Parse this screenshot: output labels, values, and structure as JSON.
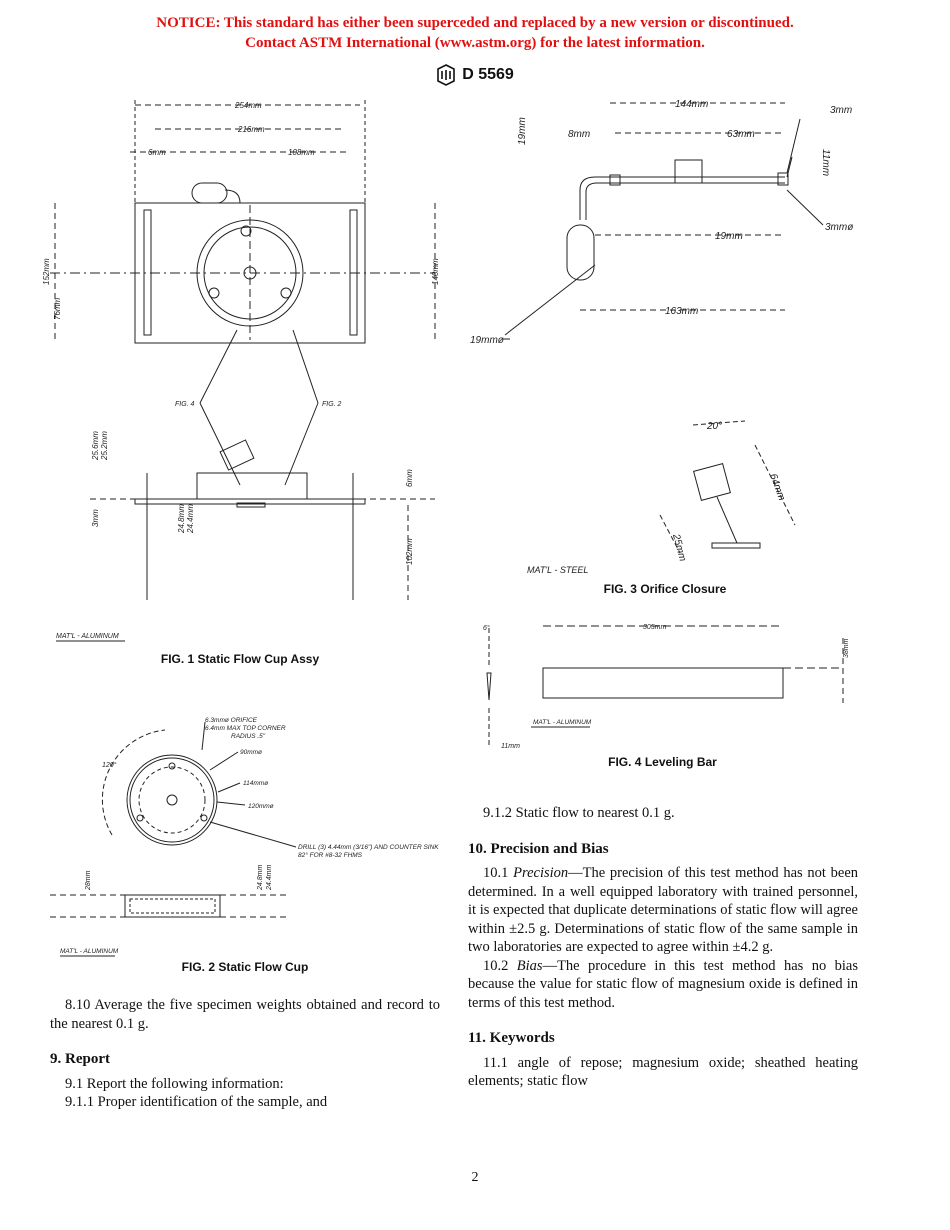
{
  "notice": {
    "line1": "NOTICE: This standard has either been superceded and replaced by a new version or discontinued.",
    "line2": "Contact ASTM International (www.astm.org) for the latest information."
  },
  "header": {
    "designation": "D 5569",
    "logo_icon": "astm-logo-icon"
  },
  "figures": {
    "fig1": {
      "caption": "FIG. 1 Static Flow Cup Assy",
      "material": "MAT'L - ALUMINUM",
      "dims": {
        "d254": "254mm",
        "d216": "216mm",
        "d6": "6mm",
        "d108": "108mm",
        "d152": "152mm",
        "d76": "76mm",
        "d140": "140mm",
        "d256": "25.6mm",
        "d252": "25.2mm",
        "d3": "3mm",
        "d248": "24.8mm",
        "d244": "24.4mm",
        "d6b": "6mm",
        "d102": "102mm"
      },
      "callouts": {
        "fig4": "FIG. 4",
        "fig2": "FIG. 2"
      }
    },
    "fig2": {
      "caption": "FIG. 2 Static Flow Cup",
      "material": "MAT'L - ALUMINUM",
      "notes": {
        "orifice1": "6.3mmø ORIFICE",
        "orifice2": "6.4mm MAX TOP CORNER",
        "orifice3": "RADIUS .5\"",
        "d90": "90mmø",
        "d114": "114mmø",
        "d120": "120mmø",
        "angle": "120°",
        "drill1": "DRILL (3) 4.44mm (3/16\") AND COUNTER SINK",
        "drill2": "82° FOR #8-32 FHMS",
        "d28": "28mm",
        "d248": "24.8mm",
        "d244": "24.4mm"
      }
    },
    "fig3": {
      "caption": "FIG. 3 Orifice Closure",
      "material": "MAT'L - STEEL",
      "dims": {
        "d144": "144mm",
        "d3": "3mm",
        "d19": "19mm",
        "d8": "8mm",
        "d63": "63mm",
        "d11": "11mm",
        "d3dia": "3mmø",
        "d19b": "19mm",
        "d163": "163mm",
        "d19dia": "19mmø",
        "angle": "20°",
        "d64": "64mm",
        "d25": "25mm"
      }
    },
    "fig4": {
      "caption": "FIG. 4 Leveling Bar",
      "material": "MAT'L - ALUMINUM",
      "dims": {
        "d305": "305mm",
        "d38": "38mm",
        "d6": "6°",
        "d11": "11mm"
      }
    }
  },
  "text": {
    "s8_10": "8.10 Average the five specimen weights obtained and record to the nearest 0.1 g.",
    "h9": "9. Report",
    "s9_1": "9.1 Report the following information:",
    "s9_1_1": "9.1.1 Proper identification of the sample, and",
    "s9_1_2": "9.1.2 Static flow to nearest 0.1 g.",
    "h10": "10. Precision and Bias",
    "s10_1_num": "10.1",
    "s10_1_term": "Precision",
    "s10_1_body": "—The precision of this test method has not been determined. In a well equipped laboratory with trained personnel, it is expected that duplicate determinations of static flow will agree within ±2.5 g. Determinations of static flow of the same sample in two laboratories are expected to agree within ±4.2 g.",
    "s10_2_num": "10.2",
    "s10_2_term": "Bias",
    "s10_2_body": "—The procedure in this test method has no bias because the value for static flow of magnesium oxide is defined in terms of this test method.",
    "h11": "11. Keywords",
    "s11_1": "11.1 angle of repose; magnesium oxide; sheathed heating elements; static flow"
  },
  "page_number": "2"
}
